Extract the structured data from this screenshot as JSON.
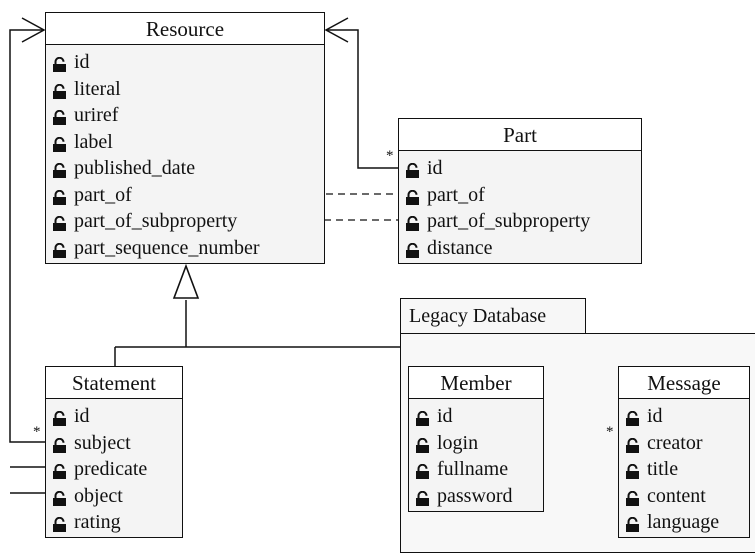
{
  "resource": {
    "name": "Resource",
    "attributes": [
      "id",
      "literal",
      "uriref",
      "label",
      "published_date",
      "part_of",
      "part_of_subproperty",
      "part_sequence_number"
    ]
  },
  "part": {
    "name": "Part",
    "attributes": [
      "id",
      "part_of",
      "part_of_subproperty",
      "distance"
    ]
  },
  "statement": {
    "name": "Statement",
    "attributes": [
      "id",
      "subject",
      "predicate",
      "object",
      "rating"
    ]
  },
  "legacy_package": {
    "name": "Legacy Database"
  },
  "member": {
    "name": "Member",
    "attributes": [
      "id",
      "login",
      "fullname",
      "password"
    ]
  },
  "message": {
    "name": "Message",
    "attributes": [
      "id",
      "creator",
      "title",
      "content",
      "language"
    ]
  },
  "multiplicities": {
    "part_to_resource": "*",
    "statement_to_resource": "*",
    "message_to_member": "*"
  },
  "icons": {
    "attribute": "lock-icon"
  }
}
